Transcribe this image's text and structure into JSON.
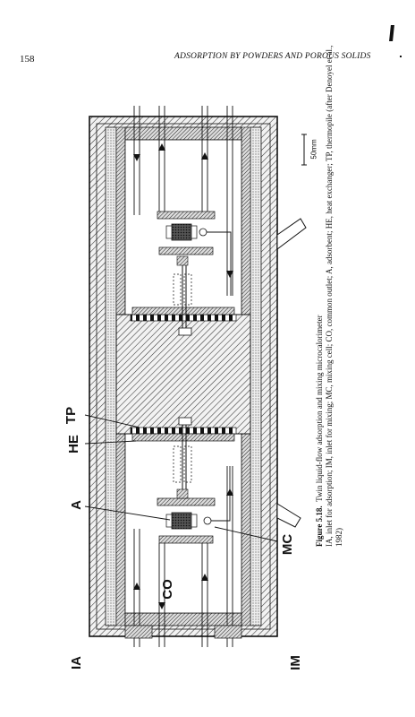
{
  "page": {
    "number": "158",
    "running_head": "ADSORPTION BY POWDERS AND POROUS SOLIDS"
  },
  "figure": {
    "labels": {
      "tp": "TP",
      "he": "HE",
      "a": "A",
      "mc": "MC",
      "co": "CO",
      "ia": "IA",
      "im": "IM"
    },
    "scale_bar": "50mm",
    "caption": {
      "number": "Figure 5.18.",
      "title": "Twin liquid-flow adsorption and mixing microcalorimeter",
      "line2": "IA, inlet for adsorption; IM, inlet for mixing; MC, mixing cell; CO, common outlet; A, adsorbent; HE, heat exchanger; TP, thermopile (after Denoyel et al.,",
      "line3": "1982)"
    }
  }
}
